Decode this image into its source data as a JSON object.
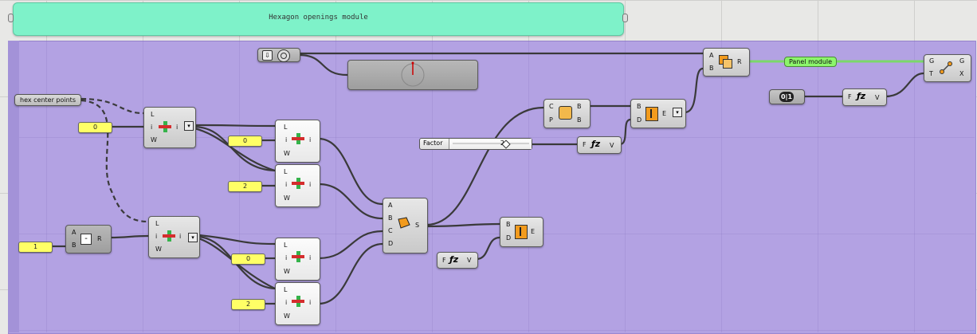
{
  "group": {
    "title": "Hexagon openings module"
  },
  "params": {
    "hex_center_points": "hex center points",
    "panel_module": "Panel module",
    "factor_label": "Factor",
    "factor_value": "2"
  },
  "yellow_panels": {
    "y1": "0",
    "y2": "0",
    "y3": "2",
    "y4": "1",
    "y5": "0",
    "y6": "2"
  },
  "pins": {
    "L": "L",
    "i": "i",
    "W": "W",
    "A": "A",
    "B": "B",
    "C": "C",
    "D": "D",
    "R": "R",
    "S": "S",
    "E": "E",
    "P": "P",
    "F": "F",
    "V": "V",
    "G": "G",
    "T": "T",
    "X": "X"
  },
  "icons": {
    "list_item": "list-item-icon",
    "subtract": "subtract-icon",
    "four_point_surface": "four-point-surface-icon",
    "solid_union": "solid-union-icon",
    "pipe": "pipe-icon",
    "extrude": "extrude-icon",
    "expression": "expression-icon",
    "transform": "transform-icon",
    "data": "data-param-icon",
    "geometry_pipeline": "pipeline-icon",
    "toggle": "toggle-icon"
  },
  "colors": {
    "group_header": "#7ef2c9",
    "group_body": "#b3a2e3",
    "yellow_panel": "#ffff66",
    "panel_module": "#8cf56b"
  }
}
